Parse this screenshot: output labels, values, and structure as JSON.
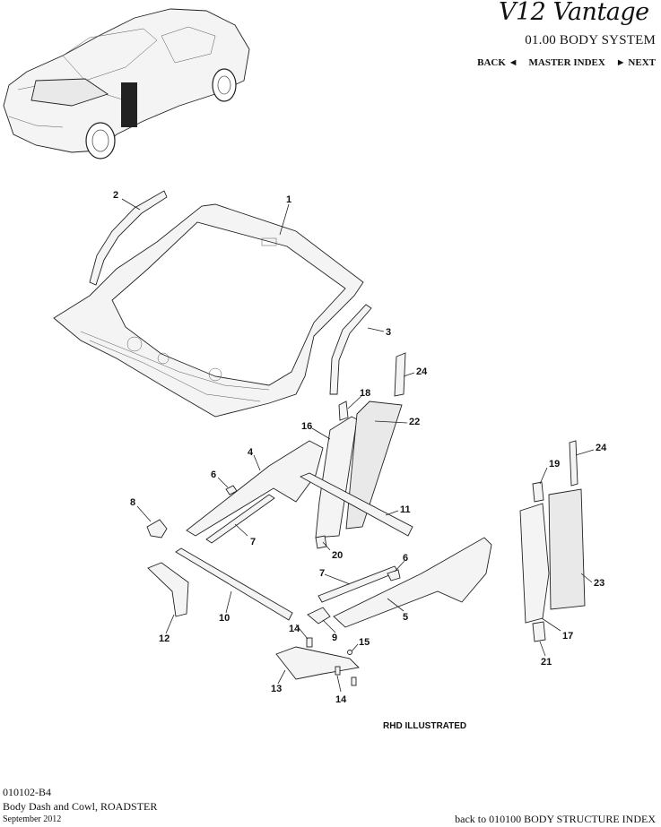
{
  "header": {
    "brand": "V12 Vantage",
    "section_title": "01.00 BODY SYSTEM",
    "nav": {
      "back": "BACK ◄",
      "master_index": "MASTER INDEX",
      "next": "► NEXT"
    }
  },
  "diagram": {
    "note": "RHD ILLUSTRATED",
    "callouts": [
      "1",
      "2",
      "3",
      "24",
      "18",
      "16",
      "22",
      "4",
      "6",
      "8",
      "7",
      "11",
      "20",
      "12",
      "10",
      "14",
      "9",
      "15",
      "13",
      "14",
      "7",
      "6",
      "5",
      "19",
      "24",
      "23",
      "17",
      "21"
    ]
  },
  "footer": {
    "code": "010102-B4",
    "title": "Body Dash and Cowl, ROADSTER",
    "date": "September 2012",
    "back_link": "back to 010100 BODY STRUCTURE INDEX"
  }
}
